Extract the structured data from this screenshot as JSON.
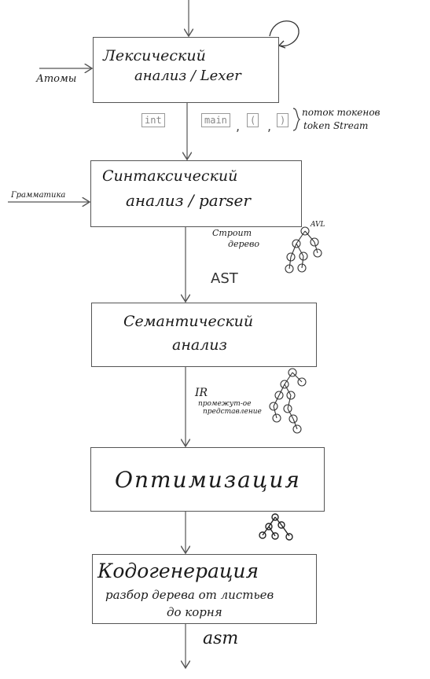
{
  "stages": {
    "lexer": {
      "line1": "Лексический",
      "line2": "анализ / Lexer"
    },
    "parser": {
      "line1": "Синтаксический",
      "line2": "анализ / parser"
    },
    "semantic": {
      "line1": "Семантический",
      "line2": "анализ"
    },
    "optimization": {
      "line1": "Оптимизация"
    },
    "codegen": {
      "line1": "Кодогенерация",
      "line2": "разбор дерева от листьев",
      "line3": "до корня"
    }
  },
  "inputs": {
    "atoms": "Атомы",
    "grammar": "Грамматика"
  },
  "tokens": {
    "items": [
      "int",
      "main",
      "(",
      ")"
    ],
    "label_ru": "поток токенов",
    "label_en": "token Stream"
  },
  "parser_note": {
    "line1": "Строит",
    "line2": "дерево"
  },
  "avl_label": "AVL",
  "ast_label": "AST",
  "ir_note": {
    "line1": "IR",
    "line2": "промежут-ое",
    "line3": "представление"
  },
  "output_label": "asm",
  "colors": {
    "stroke": "#555555",
    "ink": "#1a1a1a",
    "token_border": "#999999"
  }
}
